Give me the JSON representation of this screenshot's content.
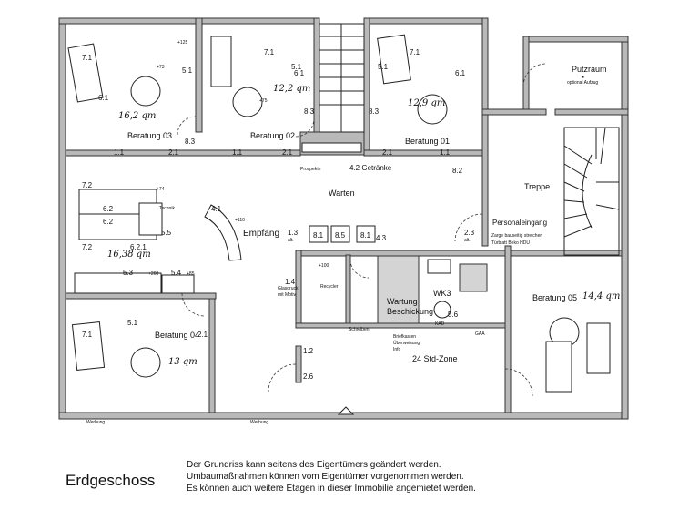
{
  "floor_title": "Erdgeschoss",
  "notes": [
    "Der Grundriss kann seitens des Eigentümers geändert werden.",
    "Umbaumaßnahmen können vom Eigentümer vorgenommen werden.",
    "Es können auch weitere Etagen in dieser Immobilie angemietet werden."
  ],
  "rooms": {
    "beratung03": "Beratung 03",
    "beratung02": "Beratung 02",
    "beratung01": "Beratung 01",
    "beratung04": "Beratung 04",
    "beratung05": "Beratung 05",
    "putzraum": "Putzraum",
    "aufzug": "optional Aufzug",
    "treppe": "Treppe",
    "warten": "Warten",
    "empfang": "Empfang",
    "personaleingang": "Personaleingang",
    "wk3": "WK3",
    "wartung": "Wartung",
    "beschickung": "Beschickung",
    "zone24": "24 Std-Zone"
  },
  "areas": {
    "b03": "16,2 qm",
    "b02": "12,2 qm",
    "b01": "12,9 qm",
    "empfang": "16,38 qm",
    "b04": "13 qm",
    "b05": "14,4 qm"
  },
  "labels": {
    "prospekte": "Prospekte",
    "getraenke": "4.2 Getränke",
    "technik": "Technik",
    "zarge": "Zarge bauseitig streichen",
    "tuerblatt": "Türblatt Beko HDU",
    "recycler": "Recycler",
    "schreiben": "Schreiben",
    "briefkasten": "Briefkasten",
    "ueberweisung": "Überweisung",
    "info": "Info",
    "gaa": "GAA",
    "glasdruck": "Glasdruck",
    "motiv": "mit Motiv",
    "werbung1": "Werbung",
    "werbung2": "Werbung",
    "alt": "alt.",
    "kad": "KAD"
  },
  "codes": {
    "c71": "7.1",
    "c61": "6.1",
    "c51": "5.1",
    "c11": "1.1",
    "c21": "2.1",
    "c83": "8.3",
    "c72": "7.2",
    "c62": "6.2",
    "c621": "6.2.1",
    "c55": "5.5",
    "c53": "5.3",
    "c54": "5.4",
    "c41": "4.1",
    "c13": "1.3",
    "c14": "1.4",
    "c12": "1.2",
    "c26": "2.6",
    "c81": "8.1",
    "c85": "8.5",
    "c43": "4.3",
    "c23": "2.3",
    "c82": "8.2",
    "c56": "5.6",
    "p125": "+125",
    "p73": "+73",
    "p75": "+75",
    "p74": "+74",
    "p110": "+110",
    "p100": "+100",
    "p208": "+208",
    "p85": "+85"
  }
}
